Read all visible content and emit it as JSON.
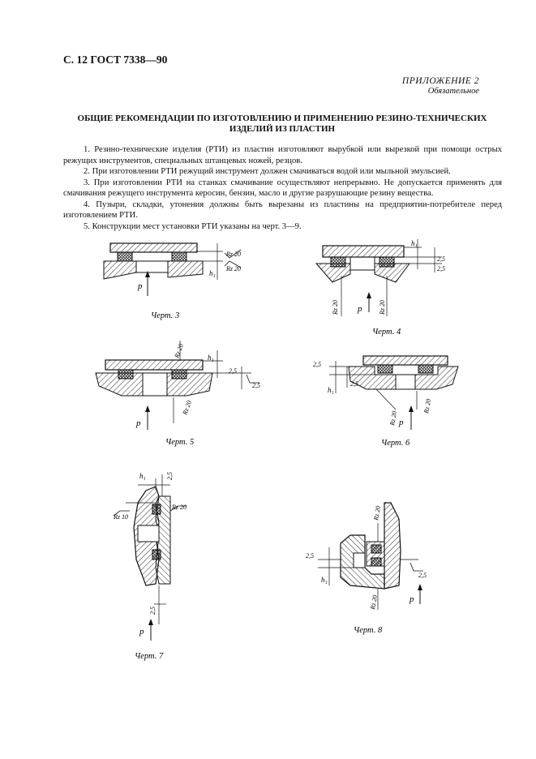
{
  "header": {
    "code": "С. 12 ГОСТ 7338—90"
  },
  "appendix": {
    "label": "ПРИЛОЖЕНИЕ 2",
    "status": "Обязательное"
  },
  "title": {
    "line1": "ОБЩИЕ РЕКОМЕНДАЦИИ ПО ИЗГОТОВЛЕНИЮ И ПРИМЕНЕНИЮ РЕЗИНО-ТЕХНИЧЕСКИХ",
    "line2": "ИЗДЕЛИЙ ИЗ ПЛАСТИН"
  },
  "paragraphs": [
    "1. Резино-технические изделия (РТИ) из пластин изготовляют вырубкой или вырезкой при помощи острых режущих инструментов, специальных штанцевых ножей, резцов.",
    "2. При изготовлении РТИ режущий инструмент должен смачиваться водой или мыльной эмульсией.",
    "3. При изготовлении РТИ на станках смачивание осуществляют непрерывно. Не допускается применять для смачивания режущего инструмента керосин, бензин, масло и другие разрушающие резину вещества.",
    "4. Пузыри, складки, утонения должны быть вырезаны из пластины на предприятии-потребителе перед изготовлением РТИ.",
    "5. Конструкции мест установки РТИ указаны на черт. 3—9."
  ],
  "drawings": [
    {
      "caption": "Черт. 3",
      "labels": {
        "rz_top": "Rz 20",
        "rz_bottom": "Rz 20",
        "h1": "h₁",
        "p": "p"
      }
    },
    {
      "caption": "Черт. 4",
      "labels": {
        "h1": "h₁",
        "dim_a": "2,5",
        "dim_b": "2,5",
        "rz_left": "Rz 20",
        "rz_right": "Rz 20",
        "p": "p"
      }
    },
    {
      "caption": "Черт. 5",
      "labels": {
        "rz_top": "Rz 20",
        "h1": "h₁",
        "dim_a": "2,5",
        "dim_b": "2,5",
        "rz_bottom": "Rz 20",
        "p": "p"
      }
    },
    {
      "caption": "Черт. 6",
      "labels": {
        "dim_a": "2,5",
        "dim_b": "2,5",
        "h1": "h₁",
        "rz_left": "Rz 20",
        "rz_right": "Rz 20",
        "p": "p"
      }
    },
    {
      "caption": "Черт. 7",
      "labels": {
        "h1": "h₁",
        "dim_top": "2,5",
        "rz_left": "Rz 10",
        "rz_right": "Rz 20",
        "dim_bottom": "2,5",
        "p": "p"
      }
    },
    {
      "caption": "Черт. 8",
      "labels": {
        "rz_top": "Rz 20",
        "dim_a": "2,5",
        "h1": "h₁",
        "dim_b": "2,5",
        "rz_bottom": "Rz 20",
        "p": "p"
      }
    }
  ]
}
